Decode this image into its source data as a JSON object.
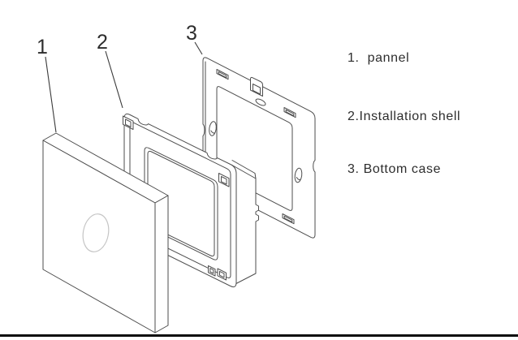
{
  "figure": {
    "callouts": [
      {
        "number": "1"
      },
      {
        "number": "2"
      },
      {
        "number": "3"
      }
    ],
    "legend_items": [
      "1.  pannel",
      "2.Installation shell",
      "3. Bottom case"
    ],
    "colors": {
      "line": "#4d4d4d",
      "text": "#2d2d2d",
      "panel_circle": "#c5c5c5",
      "bottom_rule": "#0a0a0a",
      "background": "#ffffff"
    }
  }
}
